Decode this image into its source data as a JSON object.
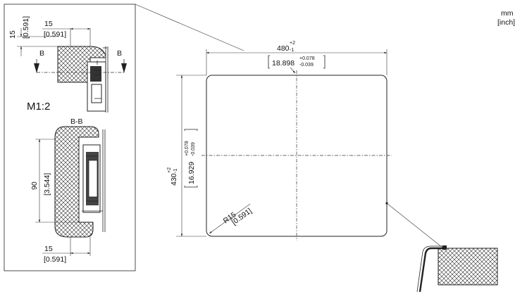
{
  "units": {
    "line1": "mm",
    "line2": "[inch]"
  },
  "scale_label": "M1:2",
  "section_label": "B-B",
  "section_marks": {
    "left": "B",
    "right": "B"
  },
  "detail_dims": {
    "top_vertical": {
      "mm": "15",
      "inch": "[0.591]"
    },
    "top_horizontal": {
      "mm": "15",
      "inch": "[0.591]"
    },
    "height": {
      "mm": "90",
      "inch": "[3.544]"
    },
    "bottom_horizontal": {
      "mm": "15",
      "inch": "[0.591]"
    }
  },
  "cutout": {
    "width": {
      "base": "480",
      "tol_upper": "+2",
      "tol_lower": "-1",
      "inch": "18.898",
      "inch_tol_upper": "+0.078",
      "inch_tol_lower": "-0.039"
    },
    "height": {
      "base": "430",
      "tol_upper": "+2",
      "tol_lower": "-1",
      "inch": "16.929",
      "inch_tol_upper": "+0.078",
      "inch_tol_lower": "-0.039"
    },
    "radius": {
      "mm": "R15",
      "inch": "[0.591]"
    }
  }
}
